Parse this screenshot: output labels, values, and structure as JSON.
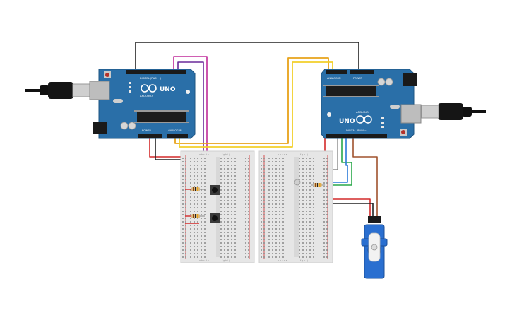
{
  "boards": {
    "left": {
      "brand": "ARDUINO",
      "model": "UNO",
      "digital_label": "DIGITAL (PWM ~)",
      "power_label": "POWER",
      "analog_label": "ANALOG IN"
    },
    "right": {
      "brand": "ARDUINO",
      "model": "UNO",
      "digital_label": "DIGITAL (PWM ~)",
      "power_label": "POWER",
      "analog_label": "ANALOG IN"
    }
  },
  "breadboard": {
    "column_letters_left": "a b c d e",
    "column_letters_right": "f g h i j"
  },
  "colors": {
    "pcb": "#2a6fa8",
    "wire_black": "#222222",
    "wire_red": "#d32a2a",
    "wire_magenta": "#c02a9a",
    "wire_purple": "#6a2a9a",
    "wire_orange": "#e8a21a",
    "wire_yellow": "#f2cf2a",
    "wire_green": "#2aa84a",
    "wire_blue": "#2a7ad8",
    "wire_brown": "#a0522d",
    "servo_body": "#2a6fd0"
  },
  "icons": [
    "usb-cable-icon",
    "arduino-logo-icon",
    "pushbutton-icon",
    "resistor-icon",
    "servo-motor-icon"
  ]
}
